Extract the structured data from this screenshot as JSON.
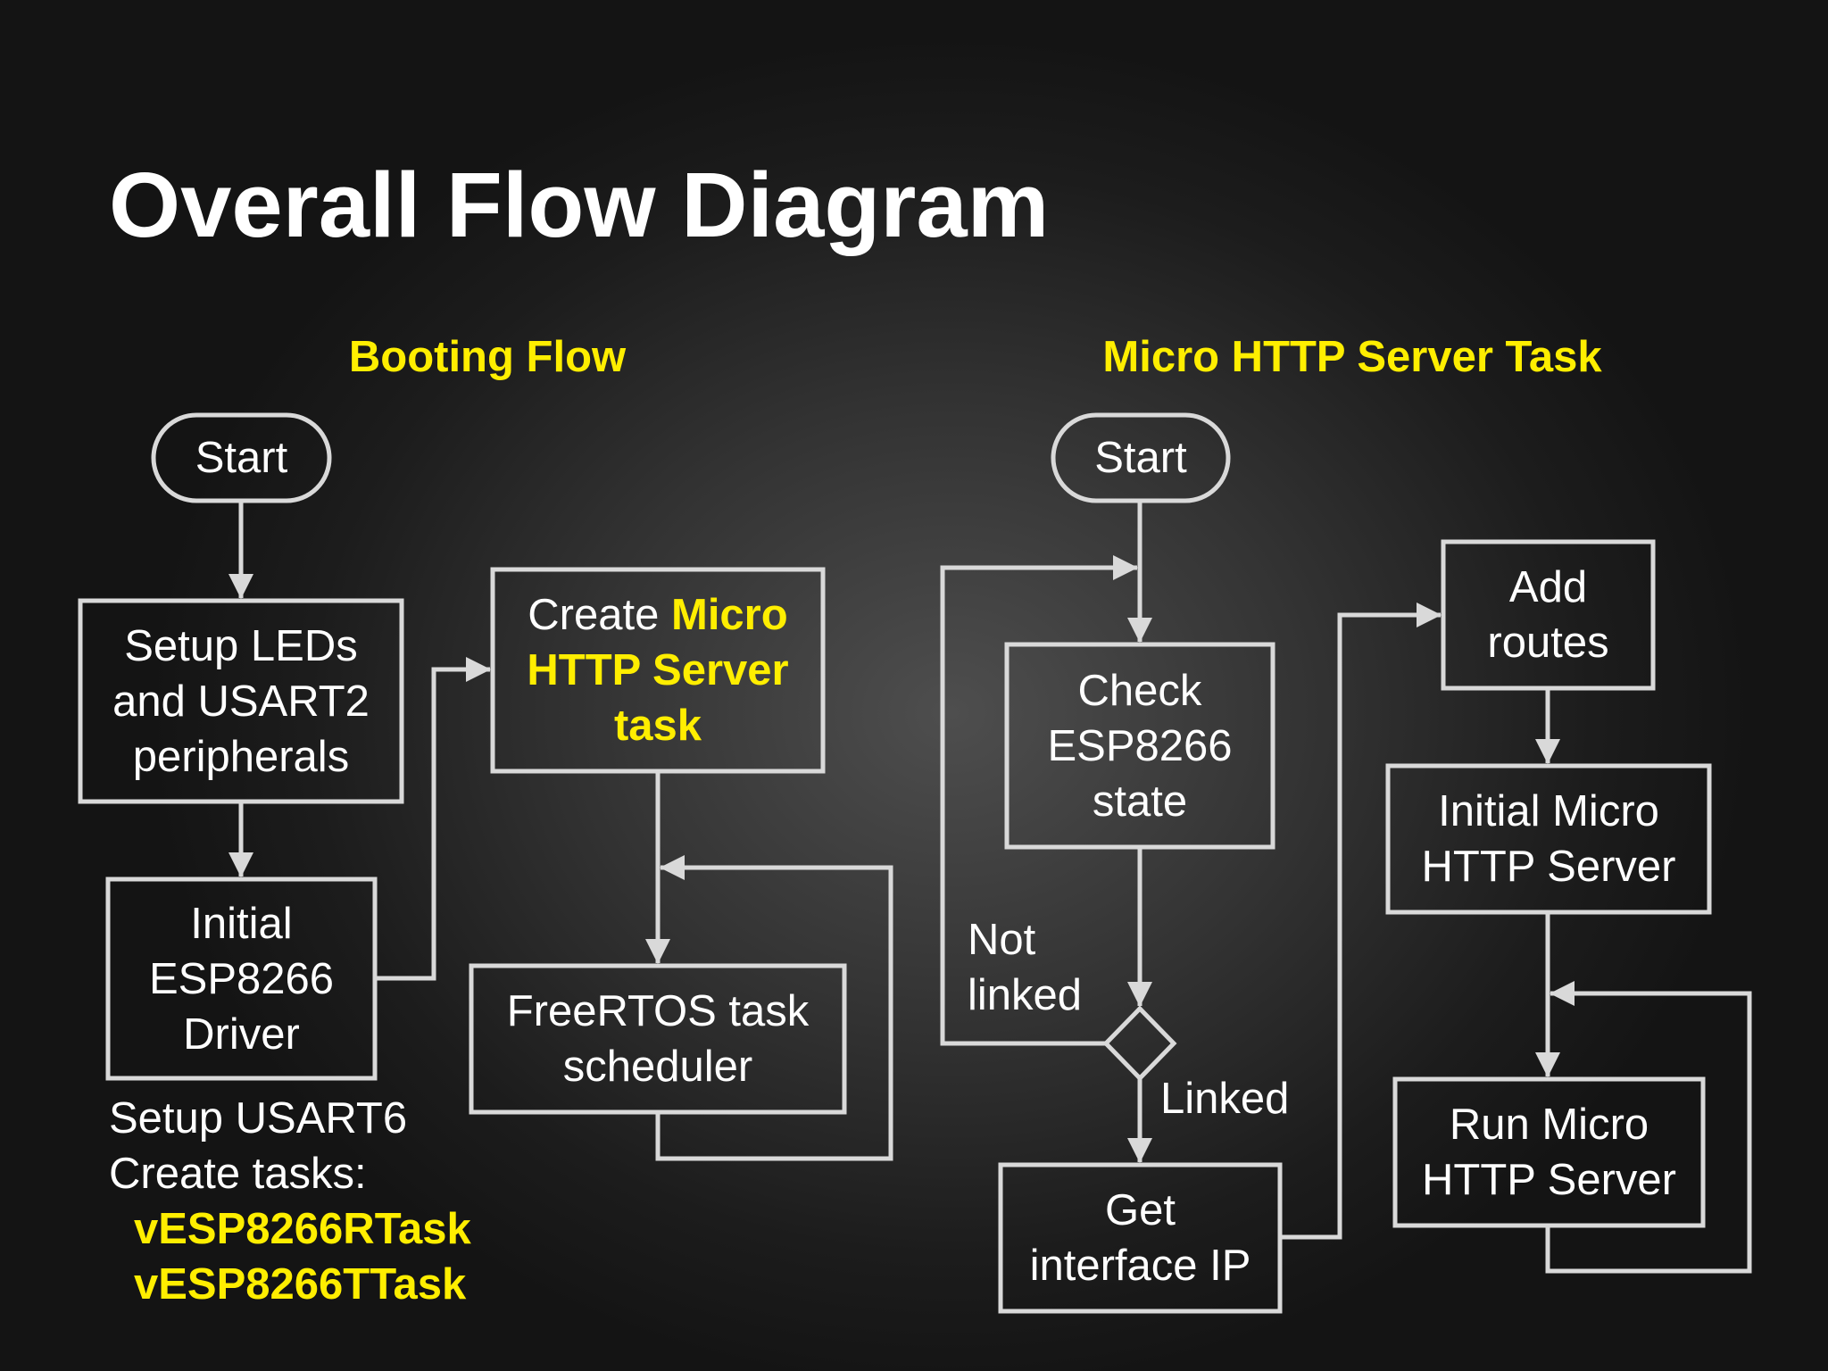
{
  "slide": {
    "title": "Overall Flow Diagram",
    "accent_color": "#ffee00",
    "line_color": "#d9d9d9"
  },
  "booting_flow": {
    "heading": "Booting Flow",
    "start": "Start",
    "setup_leds": [
      "Setup LEDs",
      "and USART2",
      "peripherals"
    ],
    "initial_driver": [
      "Initial",
      "ESP8266",
      "Driver"
    ],
    "create_task": {
      "prefix": "Create",
      "highlight_1": "Micro",
      "highlight_2": "HTTP Server",
      "highlight_3": "task"
    },
    "scheduler": [
      "FreeRTOS task",
      "scheduler"
    ],
    "notes": {
      "line1": "Setup USART6",
      "line2": "Create tasks:",
      "task1": "vESP8266RTask",
      "task2": "vESP8266TTask"
    }
  },
  "http_task": {
    "heading": "Micro HTTP Server Task",
    "start": "Start",
    "check_state": [
      "Check",
      "ESP8266",
      "state"
    ],
    "not_linked": [
      "Not",
      "linked"
    ],
    "linked": "Linked",
    "get_ip": [
      "Get",
      "interface IP"
    ],
    "add_routes": [
      "Add",
      "routes"
    ],
    "initial_server": [
      "Initial Micro",
      "HTTP Server"
    ],
    "run_server": [
      "Run Micro",
      "HTTP Server"
    ]
  }
}
